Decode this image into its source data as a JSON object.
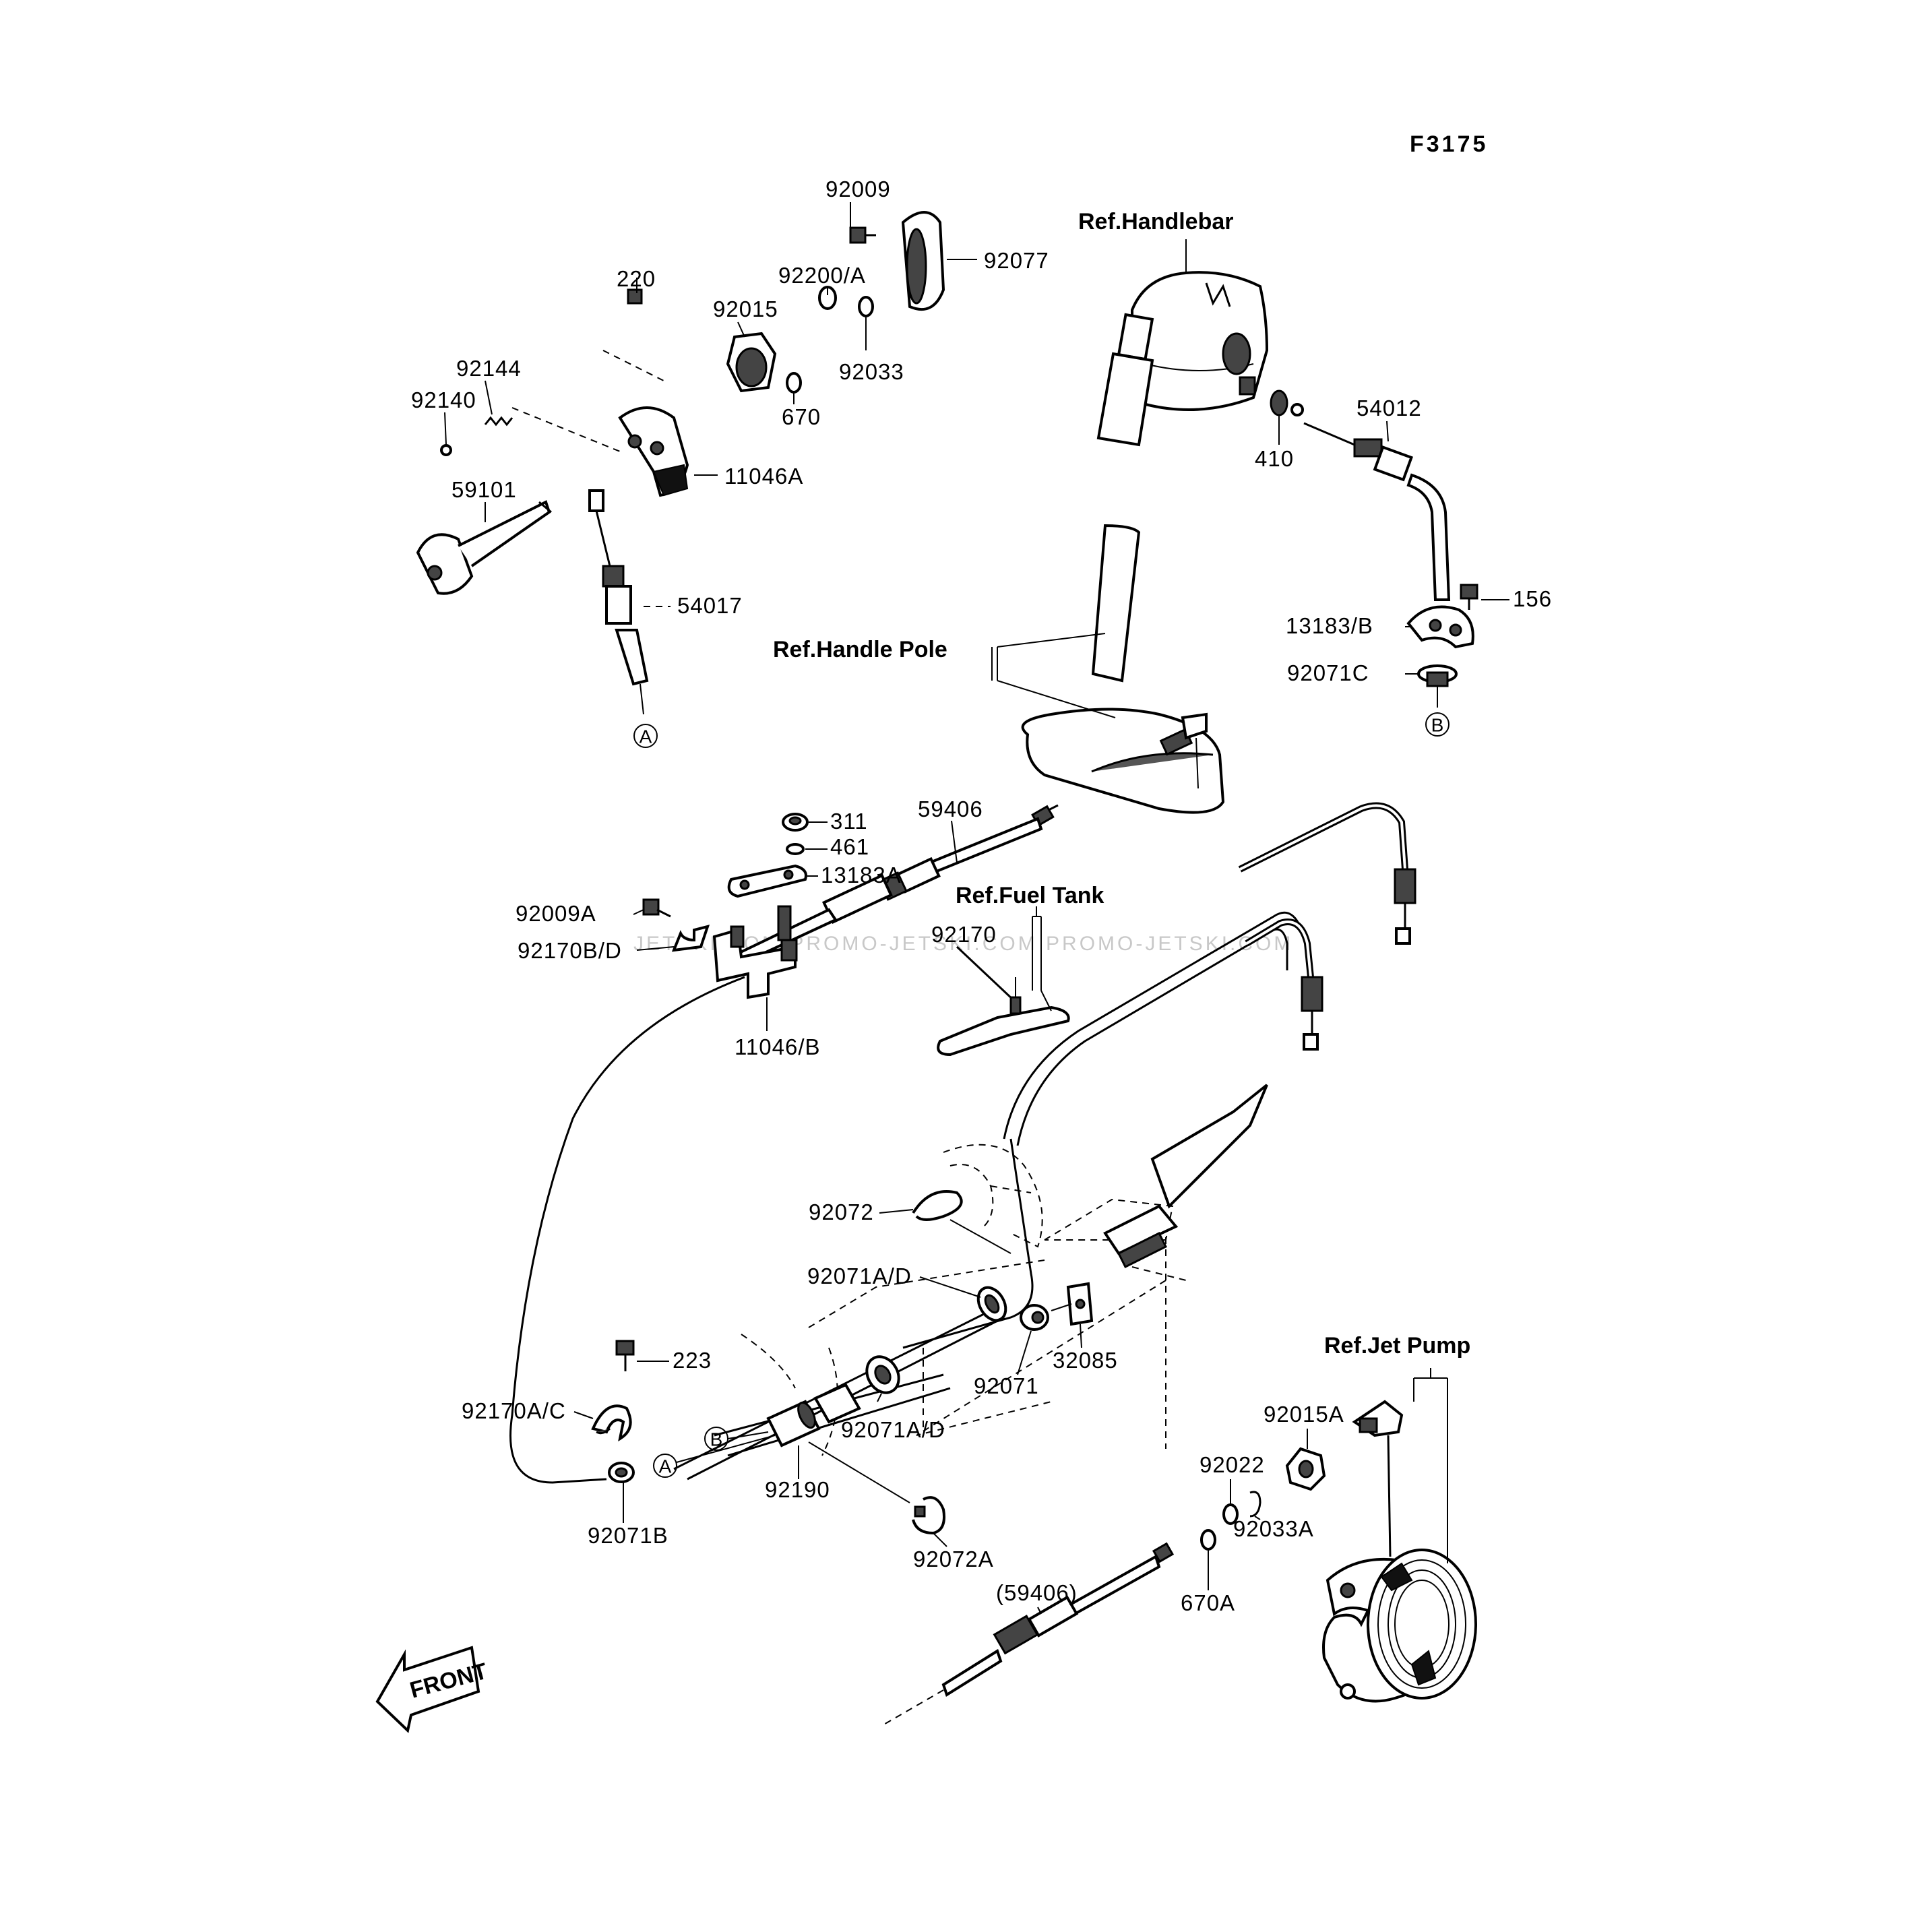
{
  "figure_code": "F3175",
  "watermark": "JETSKI.COM PROMO-JETSKI.COM  PROMO-JETSKI.COM",
  "refs": {
    "handlebar": "Ref.Handlebar",
    "handle_pole": "Ref.Handle Pole",
    "fuel_tank": "Ref.Fuel Tank",
    "jet_pump": "Ref.Jet Pump"
  },
  "connectors": {
    "a": "A",
    "b": "B"
  },
  "front_arrow": "FRONT",
  "parts": {
    "p92009": "92009",
    "p92077": "92077",
    "p92200A": "92200/A",
    "p220": "220",
    "p92015": "92015",
    "p92033": "92033",
    "p670": "670",
    "p92144": "92144",
    "p92140": "92140",
    "p11046A": "11046A",
    "p59101": "59101",
    "p54017": "54017",
    "p54012": "54012",
    "p410": "410",
    "p156": "156",
    "p13183B": "13183/B",
    "p92071C": "92071C",
    "p311": "311",
    "p461": "461",
    "p13183A": "13183A",
    "p59406": "59406",
    "p92009A": "92009A",
    "p92170BD": "92170B/D",
    "p11046B": "11046/B",
    "p92170": "92170",
    "p92072": "92072",
    "p92071AD_1": "92071A/D",
    "p92071": "92071",
    "p32085": "32085",
    "p223": "223",
    "p92170AC": "92170A/C",
    "p92071AD_2": "92071A/D",
    "p92190": "92190",
    "p92071B": "92071B",
    "p92072A": "92072A",
    "p92015A": "92015A",
    "p92022": "92022",
    "p92033A": "92033A",
    "p670A": "670A",
    "p59406_paren": "(59406)"
  }
}
